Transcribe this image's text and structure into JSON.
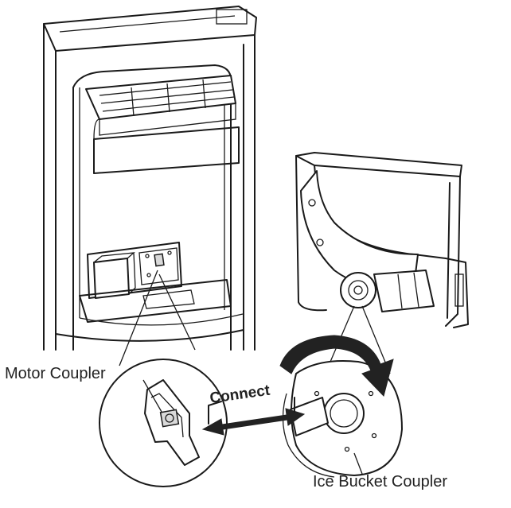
{
  "labels": {
    "motor_coupler": "Motor Coupler",
    "ice_bucket_coupler": "Ice Bucket Coupler",
    "connect": "Connect"
  },
  "colors": {
    "line": "#1a1a1a",
    "background": "#ffffff",
    "arrow": "#222222"
  }
}
